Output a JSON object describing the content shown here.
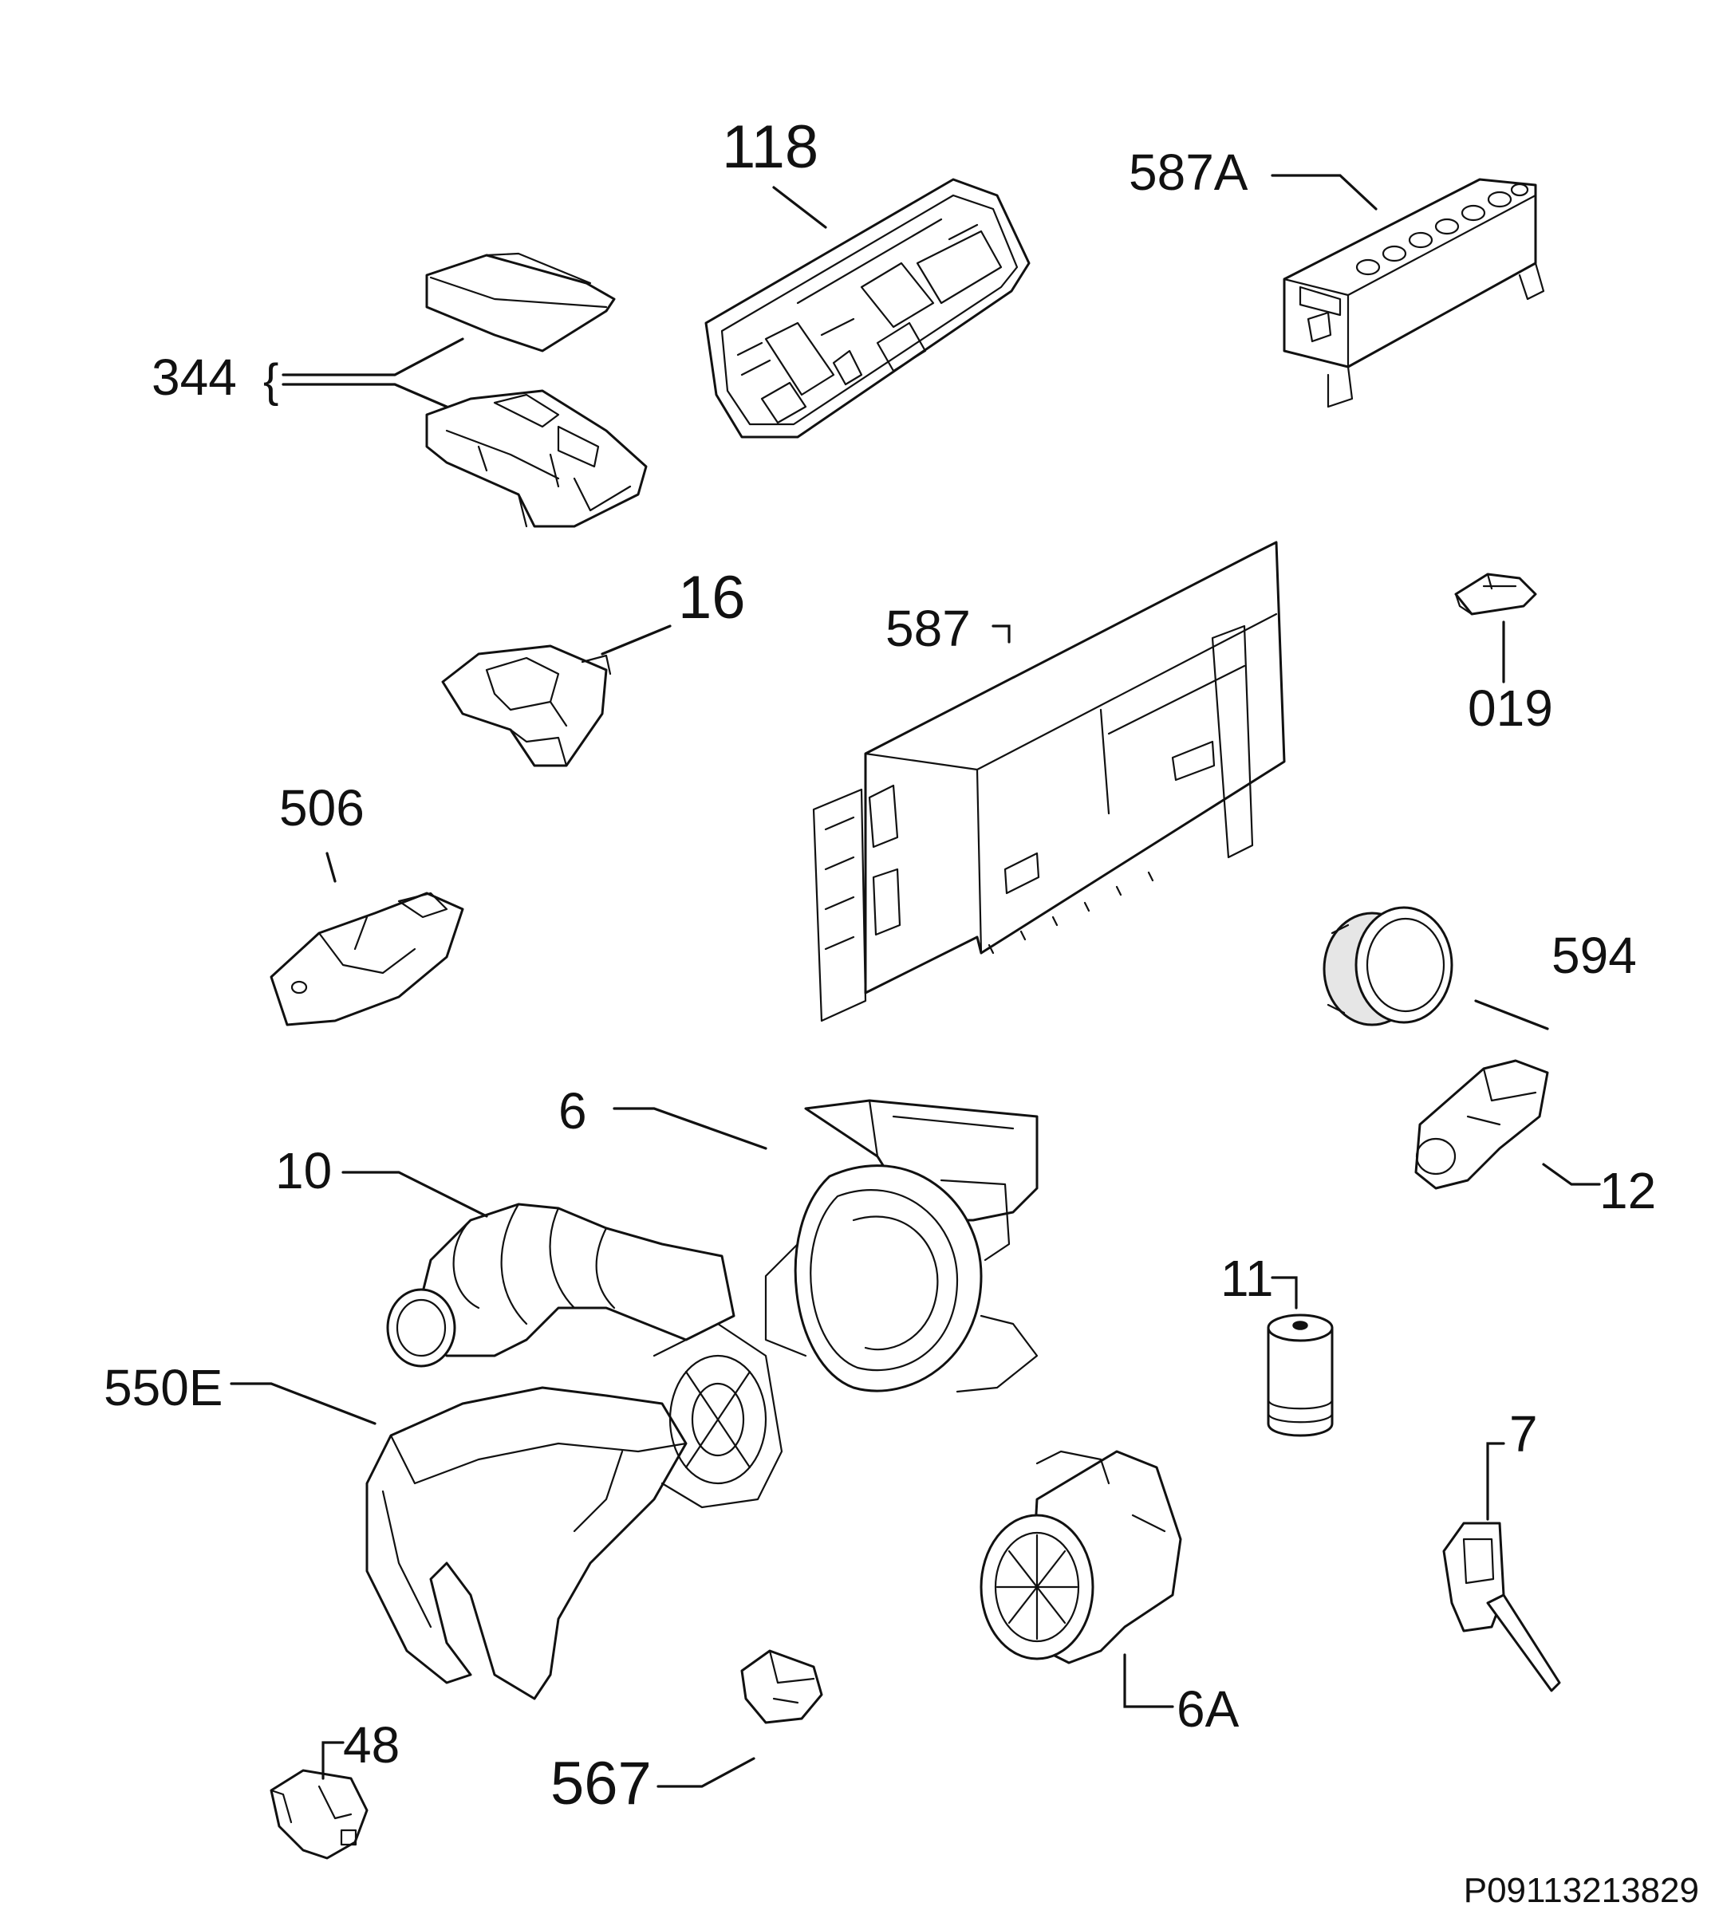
{
  "diagram": {
    "labels": {
      "p118": "118",
      "p587A": "587A",
      "p344": "344",
      "p16": "16",
      "p587": "587",
      "p019": "019",
      "p506": "506",
      "p594": "594",
      "p6": "6",
      "p10": "10",
      "p12": "12",
      "p11": "11",
      "p550E": "550E",
      "p7": "7",
      "p6A": "6A",
      "p48": "48",
      "p567": "567"
    },
    "reference_code": "P09113213829"
  }
}
